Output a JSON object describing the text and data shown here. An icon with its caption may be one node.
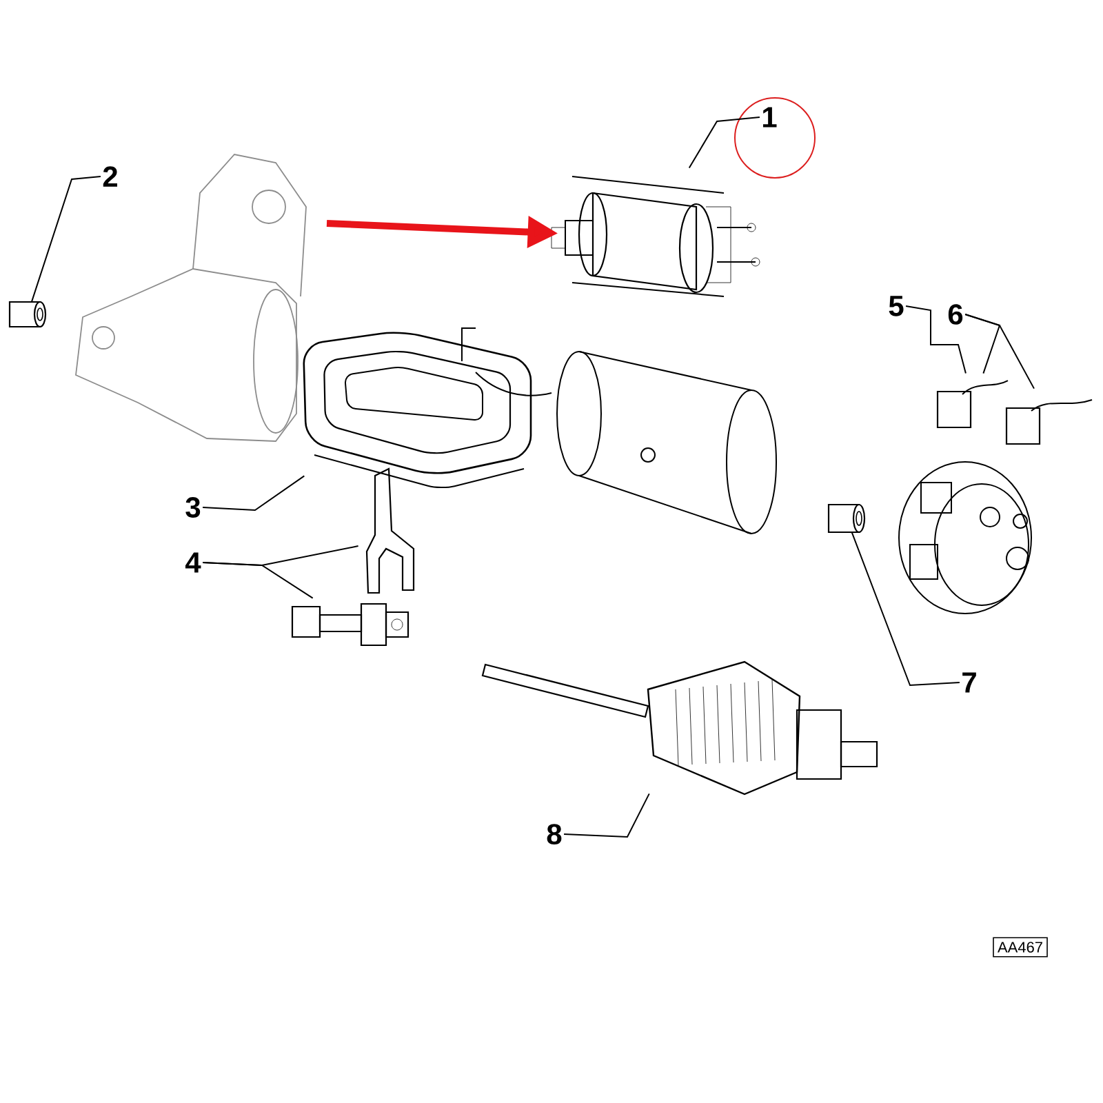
{
  "diagram": {
    "nodes": [
      {
        "text": [
          "1"
        ]
      },
      {
        "text": [],
        "shape": "picture"
      },
      {
        "text": [
          "2"
        ]
      },
      {
        "text": [],
        "shape": "cylinder"
      },
      {
        "text": [
          "3"
        ]
      },
      {
        "text": [],
        "shape": "picture"
      },
      {
        "text": [
          "4"
        ]
      },
      {
        "text": [],
        "shape": "picture"
      },
      {
        "text": [],
        "shape": "picture"
      },
      {
        "text": [
          "5"
        ]
      },
      {
        "text": [
          "6"
        ]
      },
      {
        "text": [],
        "shape": "picture"
      },
      {
        "text": [],
        "shape": "picture"
      },
      {
        "text": [
          "7"
        ]
      },
      {
        "text": [],
        "shape": "cylinder"
      },
      {
        "text": [
          "8"
        ]
      },
      {
        "text": [],
        "shape": "picture"
      },
      {
        "text": [
          "AA467"
        ]
      }
    ],
    "edges": [
      {
        "from": 0,
        "to": 1,
        "arrow": "none"
      },
      {
        "from": 2,
        "to": 3,
        "arrow": "none"
      },
      {
        "from": 4,
        "to": 5,
        "arrow": "none"
      },
      {
        "from": 6,
        "to": 7,
        "arrow": "none"
      },
      {
        "from": 6,
        "to": 8,
        "arrow": "none"
      },
      {
        "from": 9,
        "to": 11,
        "arrow": "none"
      },
      {
        "from": 10,
        "to": 11,
        "arrow": "none"
      },
      {
        "from": 10,
        "to": 12,
        "arrow": "none"
      },
      {
        "from": 13,
        "to": 14,
        "arrow": "none"
      },
      {
        "from": 15,
        "to": 16,
        "arrow": "none"
      },
      {
        "from": null,
        "to": 1,
        "arrow": "to",
        "style": "thick",
        "color": "#e8141a"
      }
    ]
  }
}
